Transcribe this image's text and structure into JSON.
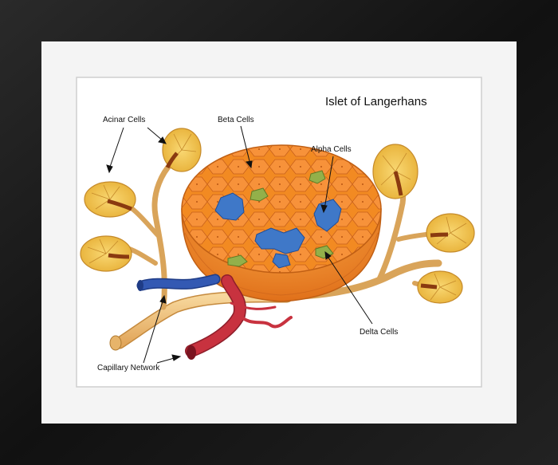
{
  "diagram": {
    "title": "Islet of Langerhans",
    "labels": {
      "acinar_cells": "Acinar Cells",
      "beta_cells": "Beta Cells",
      "alpha_cells": "Alpha Cells",
      "delta_cells": "Delta Cells",
      "capillary_network": "Capillary Network"
    }
  },
  "colors": {
    "frame": "#161616",
    "mat": "#f4f4f4",
    "islet_orange": "#f28a22",
    "beta_cell": "#f7892a",
    "alpha_cell": "#3f78c8",
    "delta_cell": "#93b04a",
    "acinar_yellow": "#f6c548",
    "duct": "#f2c27a",
    "artery_red": "#c8323f",
    "vein_blue": "#2f4fa8"
  }
}
